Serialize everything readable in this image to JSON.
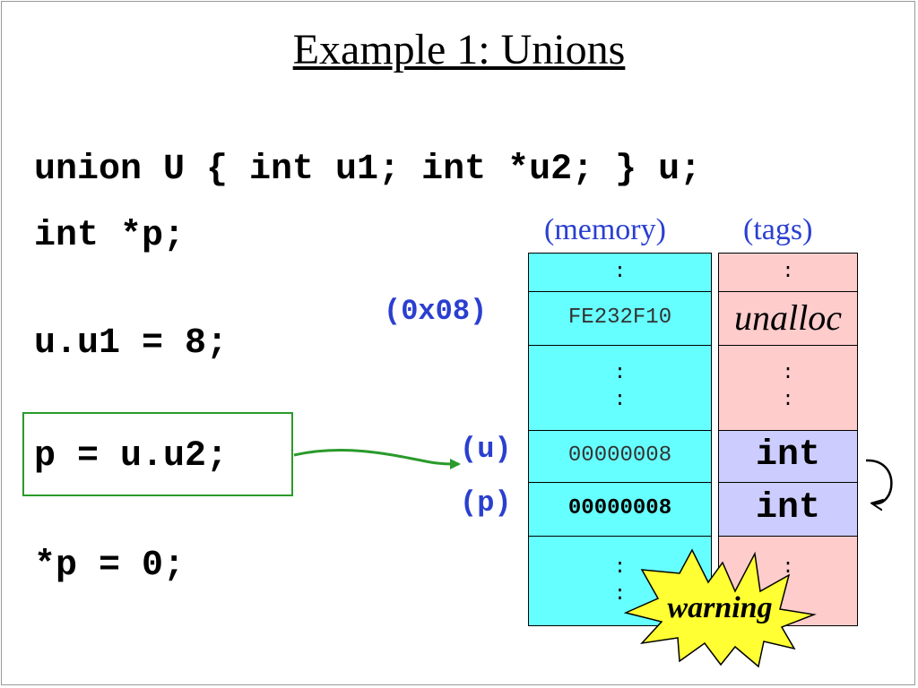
{
  "title": "Example 1: Unions",
  "code": {
    "line1": "union U { int u1; int *u2; } u;",
    "line2": "int *p;",
    "line3": "u.u1 = 8;",
    "line4": "p = u.u2;",
    "line5": "*p = 0;"
  },
  "headers": {
    "memory": "(memory)",
    "tags": "(tags)"
  },
  "addresses": {
    "a1": "(0x08)",
    "u": "(u)",
    "p": "(p)"
  },
  "memory": {
    "row1": ":",
    "row2": "FE232F10",
    "row3a": ":",
    "row3b": ":",
    "row4": "00000008",
    "row5": "00000008",
    "row6a": ":",
    "row6b": ":"
  },
  "tags": {
    "row1": ":",
    "row2": "unalloc",
    "row3a": ":",
    "row3b": ":",
    "row4": "int",
    "row5": "int",
    "row6": ":"
  },
  "warning": "warning",
  "colors": {
    "memory_bg": "#66ffff",
    "tags_bg": "#ffcccc",
    "int_tag_bg": "#ccccff",
    "highlight": "#2a9a2a",
    "label_blue": "#2a3fd0",
    "warning_fill": "#ffff33"
  }
}
